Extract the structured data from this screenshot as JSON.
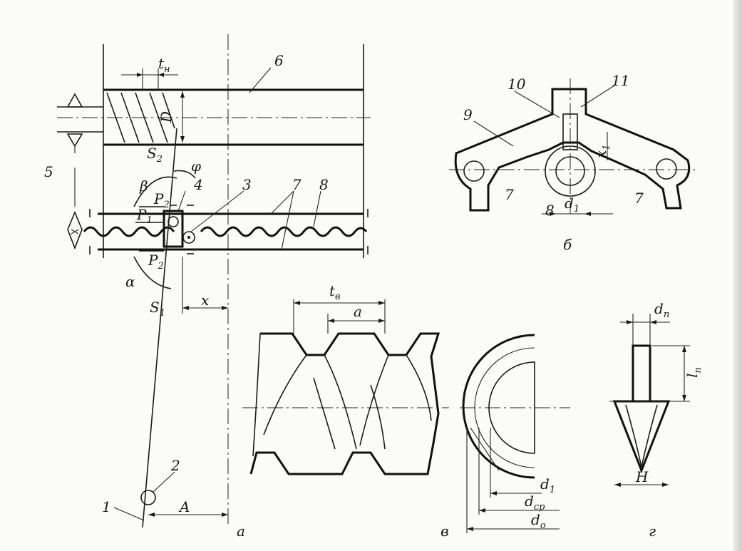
{
  "views": {
    "a": "а",
    "b": "б",
    "v": "в",
    "g": "г"
  },
  "view_a": {
    "t_main": "t",
    "t_sub": "н",
    "D": "D",
    "S2_main": "S",
    "S2_sub": "2",
    "S1_main": "S",
    "S1_sub": "1",
    "phi": "φ",
    "beta": "β",
    "alpha": "α",
    "P2_top_main": "P",
    "P2_top_sub": "2",
    "P1_main": "P",
    "P1_sub": "1",
    "P2_bot_main": "P",
    "P2_bot_sub": "2",
    "x": "x",
    "A": "A",
    "n1": "1",
    "n2": "2",
    "n3": "3",
    "n4": "4",
    "n5": "5",
    "n6": "6",
    "n7": "7",
    "n8": "8"
  },
  "view_b": {
    "n7_left": "7",
    "n7_right": "7",
    "n8": "8",
    "n9": "9",
    "n10": "10",
    "n11": "11",
    "d1_main": "d",
    "d1_sub": "1",
    "x1_main": "x",
    "x1_sub": "1"
  },
  "view_v": {
    "tB_main": "t",
    "tB_sub": "в",
    "a": "a",
    "d1_main": "d",
    "d1_sub": "1",
    "dcp_main": "d",
    "dcp_sub": "ср",
    "d0_main": "d",
    "d0_sub": "о"
  },
  "view_g": {
    "dp_main": "d",
    "dp_sub": "п",
    "lp_main": "l",
    "lp_sub": "п",
    "H": "H"
  }
}
